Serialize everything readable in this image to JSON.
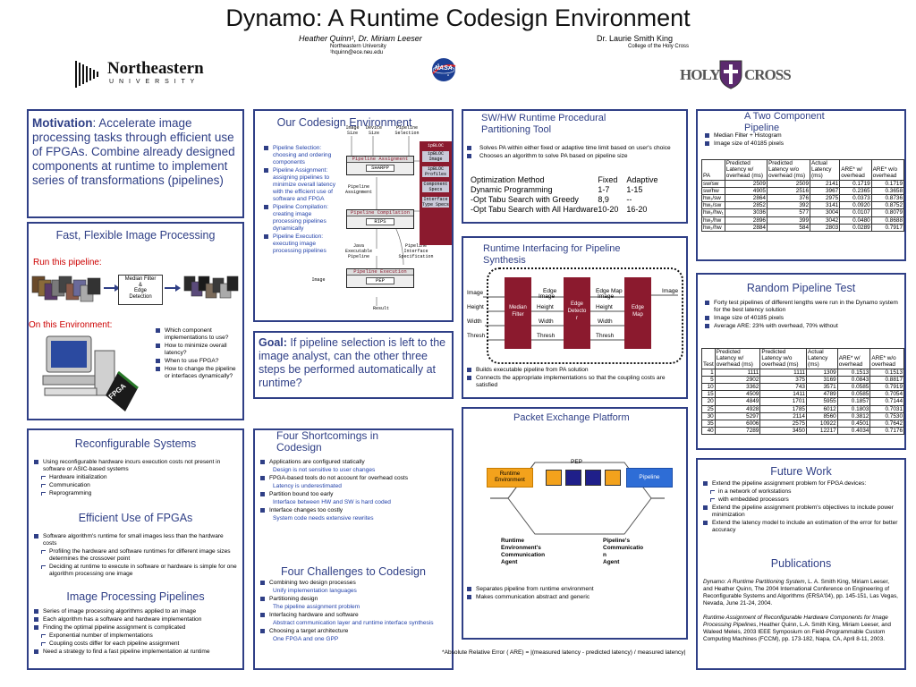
{
  "header": {
    "title": "Dynamo: A Runtime Codesign Environment",
    "authors_left": "Heather Quinn¹, Dr. Miriam Leeser",
    "affil_left_1": "Northeastern University",
    "affil_left_2": "¹hquinn@ece.neu.edu",
    "authors_right": "Dr. Laurie Smith King",
    "affil_right": "College of the Holy Cross",
    "logo_ne_1": "Northeastern",
    "logo_ne_2": "U N I V E R S I T Y",
    "logo_nasa": "NASA",
    "logo_hc_1": "HOLY",
    "logo_hc_2": "CROSS"
  },
  "motivation": {
    "label": "Motivation",
    "text": ": Accelerate image processing tasks through efficient use of FPGAs.  Combine already designed components at runtime to implement series of transformations (pipelines)"
  },
  "fast_flexible": {
    "title": "Fast, Flexible Image Processing",
    "run_label": "Run this pipeline:",
    "env_label": "On this Environment:",
    "median_box": "Median Filter\n&\nEdge\nDetection",
    "fpga_label": "FPGA",
    "questions": [
      "Which component implementations to use?",
      "How to minimize overall latency?",
      "When to use FPGA?",
      "How to change the pipeline or interfaces dynamically?"
    ]
  },
  "codesign": {
    "title": "Our Codesign Environment",
    "bullets": [
      "Pipeline Selection: choosing and ordering components",
      "Pipeline Assignment: assigning pipelines to minimize overall latency with the efficient use of software and FPGA",
      "Pipeline Compilation: creating image processing pipelines dynamically",
      "Pipeline Execution: executing image processing pipelines"
    ],
    "diagram": {
      "image_size": "Image\nSize",
      "device_size": "Device\nSize",
      "pipeline_selection": "Pipeline\nSelection",
      "pipeline_assignment_box": "Pipeline Assignment",
      "sharpp": "SHARPP",
      "pipeline_assignment_out": "Pipeline\nAssignment",
      "pipeline_compilation_box": "Pipeline Compilation",
      "rips": "RIPS",
      "java_exec": "Java\nExecutable\nPipeline",
      "pipeline_iface": "Pipeline\nInterface\nSpecification",
      "pipeline_execution_box": "Pipeline Execution",
      "pep": "PEP",
      "image_in": "Image",
      "result": "Result",
      "ipbloc": "ipBLOC",
      "ipbloc_image": "ipBLOC\nImage",
      "ipbloc_profiles": "ipBLOC\nProfiles",
      "component_specs": "Component\nSpecs",
      "interface_type_specs": "Interface\nType Specs"
    }
  },
  "goal": {
    "label": "Goal:",
    "text": " If pipeline selection is left to the image analyst, can the other three steps be performed automatically at runtime?"
  },
  "swhw": {
    "title": "SW/HW Runtime Procedural Partitioning Tool",
    "bullets": [
      "Solves PA within either fixed or adaptive time limit based on user's choice",
      "Chooses an algorithm to solve PA based on pipeline size"
    ],
    "table_headers": [
      "Optimization Method",
      "Fixed",
      "Adaptive"
    ],
    "table_rows": [
      [
        "Dynamic Programming",
        "1-7",
        "1-15"
      ],
      [
        "-Opt Tabu Search with Greedy",
        "8,9",
        "--"
      ],
      [
        "-Opt Tabu Search with All Hardware",
        "10-20",
        "16-20"
      ]
    ]
  },
  "two_component": {
    "title": "A Two Component Pipeline",
    "bullets": [
      "Median Filter + Histogram",
      "Image size of 40185 pixels"
    ],
    "headers": [
      "PA",
      "Predicted Latency w/ overhead (ms)",
      "Predicted Latency w/o overhead (ms)",
      "Actual Latency (ms)",
      "ARE* w/ overhead",
      "ARE* w/o overhead"
    ],
    "rows": [
      [
        "sw/sw",
        "2509",
        "2509",
        "2141",
        "0.1719",
        "0.1719"
      ],
      [
        "sw/hw",
        "4905",
        "2516",
        "3967",
        "0.2365",
        "0.3658"
      ],
      [
        "hw₁/sw",
        "2864",
        "376",
        "2975",
        "0.0373",
        "0.8736"
      ],
      [
        "hw₂/sw",
        "2852",
        "392",
        "3141",
        "0.0920",
        "0.8752"
      ],
      [
        "hw₂/hw₁",
        "3036",
        "577",
        "3004",
        "0.0107",
        "0.8079"
      ],
      [
        "hw₁/hw",
        "2896",
        "399",
        "3042",
        "0.0480",
        "0.8688"
      ],
      [
        "hw₂/hw",
        "2884",
        "584",
        "2803",
        "0.0289",
        "0.7917"
      ]
    ]
  },
  "runtime_iface": {
    "title": "Runtime Interfacing for Pipeline Synthesis",
    "median": "Median\nFilter",
    "edge_det": "Edge\nDetecto\nr",
    "edge_map": "Edge\nMap",
    "sig_image": "Image",
    "sig_height": "Height",
    "sig_width": "Width",
    "sig_thresh": "Thresh",
    "edge_label": "Edge",
    "edge_map_label": "Edge Map",
    "bullets": [
      "Builds executable pipeline from PA solution",
      "Connects the appropriate implementations so that the coupling costs are satisfied"
    ]
  },
  "random": {
    "title": "Random Pipeline Test",
    "bullets": [
      "Forty test pipelines of different lengths were run in the Dynamo system for the best latency solution",
      "Image size of 40185 pixels",
      "Average ARE: 23% with overhead, 70% without"
    ],
    "headers": [
      "Test",
      "Predicted Latency w/ overhead (ms)",
      "Predicted Latency w/o overhead (ms)",
      "Actual Latency (ms)",
      "ARE* w/ overhead",
      "ARE* w/o overhead"
    ],
    "rows": [
      [
        "1",
        "1111",
        "1111",
        "1309",
        "0.1513",
        "0.1513"
      ],
      [
        "5",
        "2902",
        "375",
        "3169",
        "0.0843",
        "0.8817"
      ],
      [
        "10",
        "3362",
        "743",
        "3571",
        "0.0585",
        "0.7919"
      ],
      [
        "15",
        "4509",
        "1411",
        "4789",
        "0.0585",
        "0.7054"
      ],
      [
        "20",
        "4849",
        "1701",
        "5955",
        "0.1857",
        "0.7144"
      ],
      [
        "25",
        "4928",
        "1785",
        "6012",
        "0.1803",
        "0.7031"
      ],
      [
        "30",
        "5297",
        "2114",
        "8560",
        "0.3812",
        "0.7530"
      ],
      [
        "35",
        "6006",
        "2575",
        "10922",
        "0.4501",
        "0.7642"
      ],
      [
        "40",
        "7289",
        "3450",
        "12217",
        "0.4034",
        "0.7176"
      ]
    ]
  },
  "reconfig": {
    "title": "Reconfigurable Systems",
    "bullets": [
      {
        "t": "Using reconfigurable hardware incurs execution costs not present in software or ASIC-based systems",
        "c": ""
      },
      {
        "t": "Hardware initialization",
        "c": "sub"
      },
      {
        "t": "Communication",
        "c": "sub"
      },
      {
        "t": "Reprogramming",
        "c": "sub"
      }
    ],
    "eff_title": "Efficient Use of FPGAs",
    "eff_bullets": [
      {
        "t": "Software algorithm's runtime for small images less than the hardware costs",
        "c": ""
      },
      {
        "t": "Profiling the hardware and software runtimes for different image sizes determines the crossover point",
        "c": "sub"
      },
      {
        "t": "Deciding at runtime to execute in software or hardware is simple for one algorithm processing one image",
        "c": "sub"
      }
    ],
    "ipp_title": "Image Processing Pipelines",
    "ipp_bullets": [
      {
        "t": "Series of image processing algorithms applied to an image",
        "c": ""
      },
      {
        "t": "Each algorithm has a software and hardware implementation",
        "c": ""
      },
      {
        "t": "Finding the optimal pipeline assignment is complicated",
        "c": ""
      },
      {
        "t": "Exponential number of implementations",
        "c": "sub"
      },
      {
        "t": "Coupling costs differ for each pipeline assignment",
        "c": "sub"
      },
      {
        "t": "Need a strategy to find a fast pipeline implementation at runtime",
        "c": ""
      }
    ]
  },
  "shortcomings": {
    "title": "Four Shortcomings in Codesign",
    "bullets": [
      {
        "t": "Applications are configured statically",
        "c": ""
      },
      {
        "t": "Design is not sensitive to user changes",
        "c": "blue"
      },
      {
        "t": "FPGA-based tools do not account for overhead costs",
        "c": ""
      },
      {
        "t": "Latency is underestimated",
        "c": "blue"
      },
      {
        "t": "Partition bound too early",
        "c": ""
      },
      {
        "t": "Interface between HW and SW is hard coded",
        "c": "blue"
      },
      {
        "t": "Interface changes too costly",
        "c": ""
      },
      {
        "t": "System code needs extensive rewrites",
        "c": "blue"
      }
    ],
    "chal_title": "Four Challenges to Codesign",
    "chal_bullets": [
      {
        "t": "Combining two design processes",
        "c": ""
      },
      {
        "t": "Unify implementation languages",
        "c": "blue"
      },
      {
        "t": "Partitioning design",
        "c": ""
      },
      {
        "t": "The pipeline assignment problem",
        "c": "blue"
      },
      {
        "t": "Interfacing hardware and software",
        "c": ""
      },
      {
        "t": "Abstract communication layer and runtime interface synthesis",
        "c": "blue"
      },
      {
        "t": "Choosing a target architecture",
        "c": ""
      },
      {
        "t": "One FPGA and one GPP",
        "c": "blue"
      }
    ]
  },
  "packet": {
    "title": "Packet Exchange Platform",
    "pep": "PEP",
    "runtime_env": "Runtime\nEnvironment",
    "pipeline": "Pipeline",
    "agent_left": "Runtime\nEnvironment's\nCommunication\nAgent",
    "agent_right": "Pipeline's\nCommunicatio\nn\nAgent",
    "bullets": [
      "Separates pipeline from runtime environment",
      "Makes communication abstract and generic"
    ]
  },
  "future": {
    "title": "Future Work",
    "bullets": [
      {
        "t": "Extend the pipeline assignment problem for FPGA devices:",
        "c": ""
      },
      {
        "t": "in a network of workstations",
        "c": "sub"
      },
      {
        "t": "with embedded processors",
        "c": "sub"
      },
      {
        "t": "Extend the pipeline assignment problem's objectives to include power minimization",
        "c": ""
      },
      {
        "t": "Extend the latency model to include an estimation of the error for better accuracy",
        "c": ""
      }
    ]
  },
  "pubs": {
    "title": "Publications",
    "p1_title": "Dynamo: A Runtime Partitioning System",
    "p1_rest": ", L. A. Smith King, Miriam Leeser, and Heather Quinn, The 2004 International Conference on Engineering of Reconfigurable Systems and Algorithms (ERSA'04), pp. 145-151, Las Vegas, Nevada, June 21-24, 2004.",
    "p2_title": "Runtime Assignment of Reconfigurable Hardware Components for Image Processing Pipelines",
    "p2_rest": ", Heather Quinn, L.A. Smith King, Miriam Leeser, and Waleed Meleis, 2003 IEEE Symposium on Field-Programmable Custom Computing Machines (FCCM), pp. 173-182, Napa, CA, April 8-11, 2003."
  },
  "footnote": "*Absolute Relative Error ( ARE) = |(measured latency - predicted latency) / measured latency|",
  "colors": {
    "border": "#2f3f86",
    "accent_red": "#8b1a2e",
    "link_blue": "#1f3fa8",
    "red_text": "#cc0000"
  }
}
